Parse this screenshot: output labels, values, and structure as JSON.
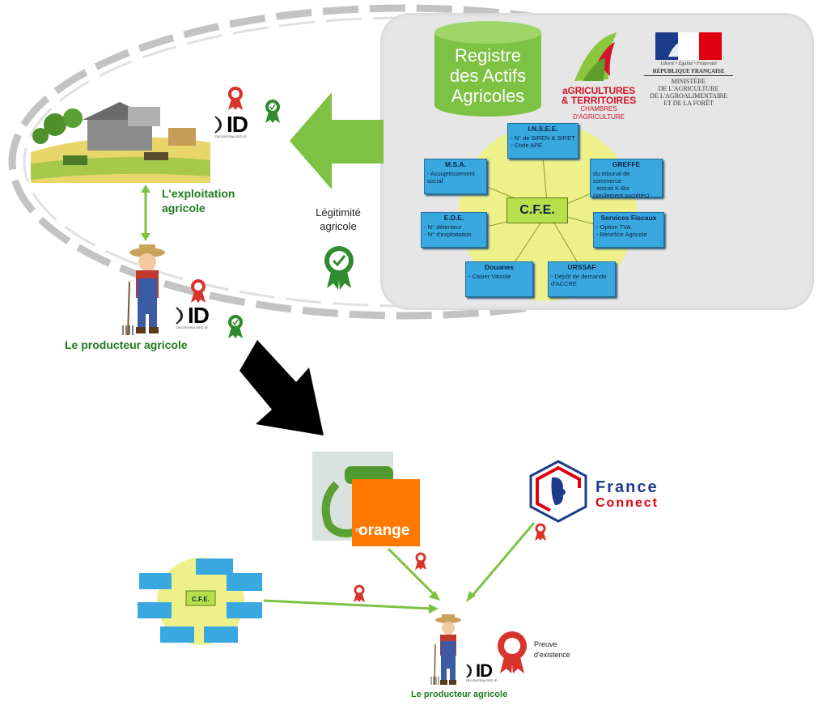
{
  "registre": {
    "line1": "Registre",
    "line2": "des Actifs",
    "line3": "Agricoles"
  },
  "logo_chambres": {
    "line1": "aGRICULTURES",
    "line2": "& TERRITOIRES",
    "line3": "CHAMBRES D'AGRICULTURE"
  },
  "logo_republique": {
    "motto": "Liberté • Égalité • Fraternité",
    "republique": "RÉPUBLIQUE FRANÇAISE",
    "m1": "MINISTÈRE",
    "m2": "DE L'AGRICULTURE",
    "m3": "DE L'AGROALIMENTAIRE",
    "m4": "ET DE LA FORÊT"
  },
  "cfe_diagram": {
    "center": "C.F.E.",
    "insee": {
      "title": "I.N.S.E.E.",
      "body": "- N° de SIREN & SIRET\n- Code APE"
    },
    "msa": {
      "title": "M.S.A.",
      "body": "- Assujetissement\nsocial"
    },
    "greffe": {
      "title": "GREFFE",
      "body": "du tribunal de commerce\n- extrait K-Bis\n(seulement sociétés)"
    },
    "ede": {
      "title": "E.D.E.",
      "body": "- N° détenteur\n- N° d'exploitation"
    },
    "fisc": {
      "title": "Services Fiscaux",
      "body": "- Option TVA\n- Bénéfice Agricole"
    },
    "douanes": {
      "title": "Douanes",
      "body": "- Casier Viticole"
    },
    "urssaf": {
      "title": "URSSAF",
      "body": "- Dépôt de demande\nd'ACCRE"
    }
  },
  "legitimite": {
    "line1": "Légitimité",
    "line2": "agricole"
  },
  "exploitation": {
    "line1": "L'exploitation",
    "line2": "agricole"
  },
  "producteur_top": "Le producteur agricole",
  "producteur_bottom": "Le producteur agricole",
  "did_logo": "ID",
  "did_sub": "DECENTRALISED ID",
  "orange_label": "orange",
  "france_connect": {
    "line1": "France",
    "line2": "Connect"
  },
  "preuve": {
    "line1": "Preuve",
    "line2": "d'existence"
  },
  "colors": {
    "green_arrow": "#7dc242",
    "panel": "#e6e6e6",
    "orange": "#ff7900",
    "label_green": "#1f7a1f",
    "cfe_blue": "#3aa8e0",
    "cfe_center": "#b7e04c",
    "rosette_red": "#d9342b"
  }
}
